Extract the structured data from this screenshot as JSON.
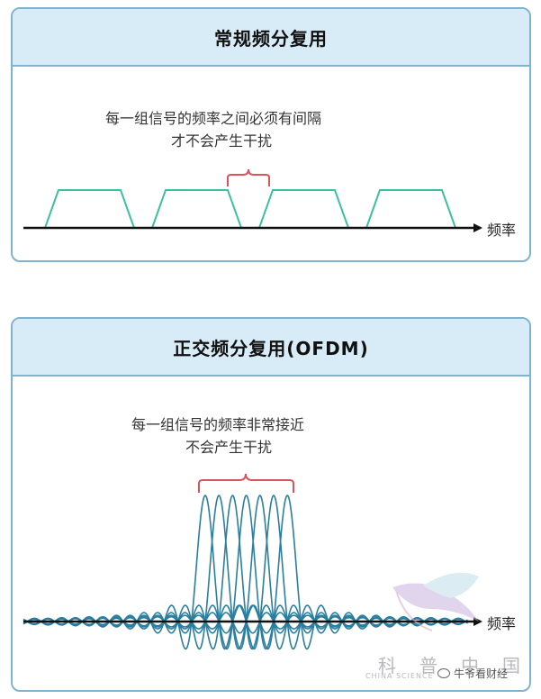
{
  "top_panel": {
    "title": "常规频分复用",
    "caption_line1": "每一组信号的频率之间必须有间隔",
    "caption_line2": "才不会产生干扰",
    "axis_label": "频率",
    "carrier_count": 4
  },
  "bottom_panel": {
    "title": "正交频分复用(OFDM)",
    "caption_line1": "每一组信号的频率非常接近",
    "caption_line2": "不会产生干扰",
    "axis_label": "频率",
    "subcarrier_count": 7
  },
  "watermark": {
    "text": "科普中国",
    "subtext": "CHINA SCIENCE"
  },
  "source_tag": {
    "text": "牛爷看财经"
  },
  "colors": {
    "panel_border": "#7fb3cf",
    "header_fill": "#d8ecf7",
    "trapezoid_stroke": "#3dbfa2",
    "bracket": "#d9545c",
    "wave": "#2a7fa0",
    "axis": "#111111"
  }
}
